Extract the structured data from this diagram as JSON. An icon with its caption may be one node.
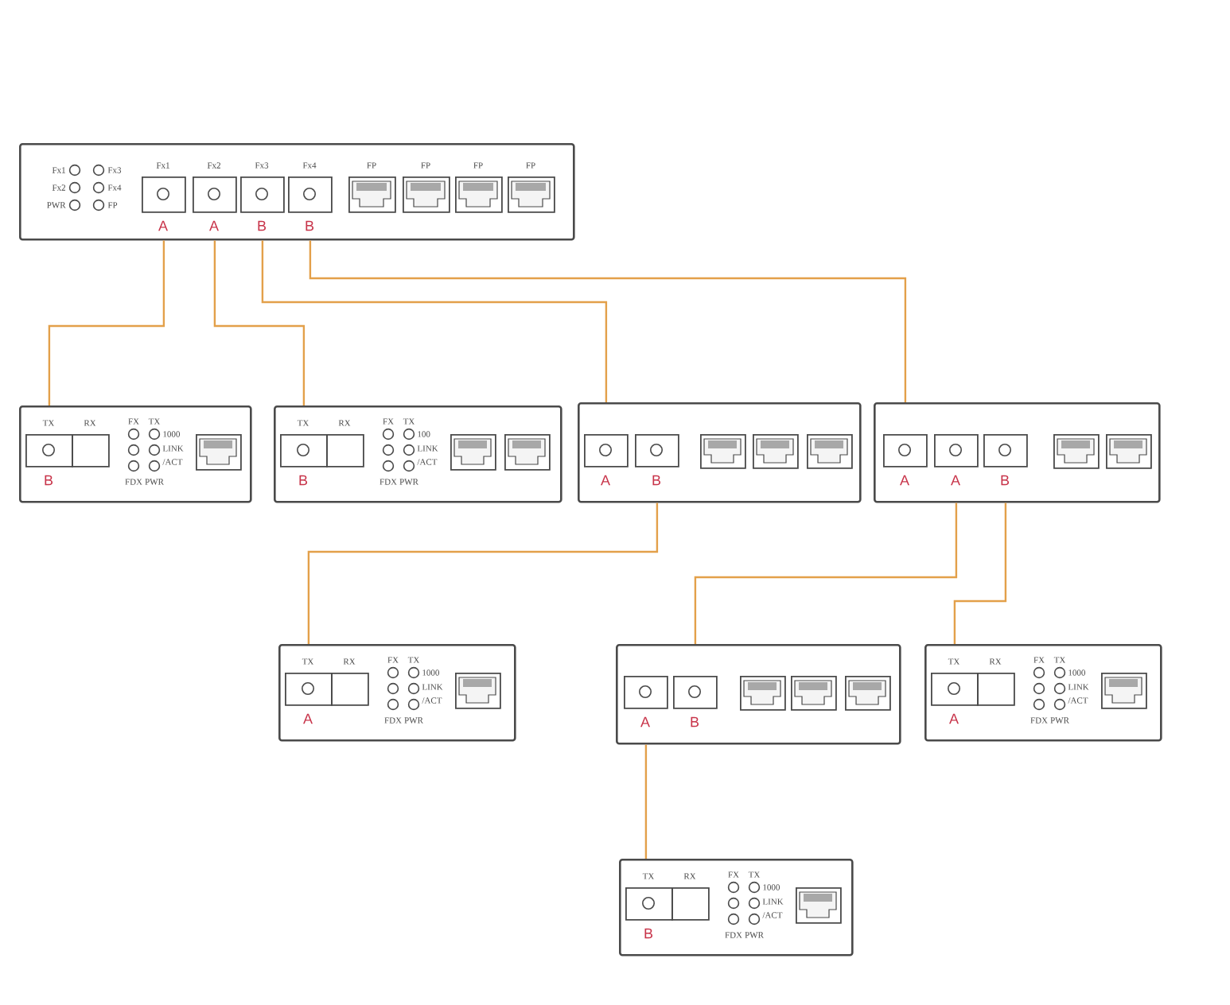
{
  "diagram": {
    "nodes": [
      {
        "text": [
          "Fx1",
          "Fx3",
          "Fx2",
          "Fx4",
          "PWR",
          "FP"
        ]
      },
      {
        "text": [
          "Fx1",
          "A"
        ],
        "in": 0
      },
      {
        "text": [
          "Fx2",
          "A"
        ],
        "in": 0
      },
      {
        "text": [
          "Fx3",
          "B"
        ],
        "in": 0
      },
      {
        "text": [
          "Fx4",
          "B"
        ],
        "in": 0
      },
      {
        "text": [
          "FP"
        ],
        "in": 0
      },
      {
        "text": [
          "FP"
        ],
        "in": 0
      },
      {
        "text": [
          "FP"
        ],
        "in": 0
      },
      {
        "text": [
          "FP"
        ],
        "in": 0
      },
      {
        "text": [
          "FX",
          "TX",
          "1000",
          "LINK",
          "/ACT",
          "FDX",
          "PWR"
        ]
      },
      {
        "text": [
          "TX",
          "B"
        ],
        "in": 9
      },
      {
        "text": [
          "RX"
        ],
        "in": 9
      },
      {
        "text": [],
        "shape": "box",
        "in": 9
      },
      {
        "text": [
          "FX",
          "TX",
          "100",
          "LINK",
          "/ACT",
          "FDX",
          "PWR"
        ]
      },
      {
        "text": [
          "TX",
          "B"
        ],
        "in": 13
      },
      {
        "text": [
          "RX"
        ],
        "in": 13
      },
      {
        "text": [],
        "shape": "box",
        "in": 13
      },
      {
        "text": [],
        "shape": "box",
        "in": 13
      },
      {
        "text": [],
        "shape": "box"
      },
      {
        "text": [
          "A"
        ],
        "in": 18
      },
      {
        "text": [
          "B"
        ],
        "in": 18
      },
      {
        "text": [],
        "shape": "box",
        "in": 18
      },
      {
        "text": [],
        "shape": "box",
        "in": 18
      },
      {
        "text": [],
        "shape": "box",
        "in": 18
      },
      {
        "text": [],
        "shape": "box"
      },
      {
        "text": [
          "A"
        ],
        "in": 24
      },
      {
        "text": [
          "A"
        ],
        "in": 24
      },
      {
        "text": [
          "B"
        ],
        "in": 24
      },
      {
        "text": [],
        "shape": "box",
        "in": 24
      },
      {
        "text": [],
        "shape": "box",
        "in": 24
      },
      {
        "text": [
          "FX",
          "TX",
          "1000",
          "LINK",
          "/ACT",
          "FDX",
          "PWR"
        ]
      },
      {
        "text": [
          "TX",
          "A"
        ],
        "in": 30
      },
      {
        "text": [
          "RX"
        ],
        "in": 30
      },
      {
        "text": [],
        "shape": "box",
        "in": 30
      },
      {
        "text": [],
        "shape": "box"
      },
      {
        "text": [
          "A"
        ],
        "in": 34
      },
      {
        "text": [
          "B"
        ],
        "in": 34
      },
      {
        "text": [],
        "shape": "box",
        "in": 34
      },
      {
        "text": [],
        "shape": "box",
        "in": 34
      },
      {
        "text": [],
        "shape": "box",
        "in": 34
      },
      {
        "text": [
          "FX",
          "TX",
          "1000",
          "LINK",
          "/ACT",
          "FDX",
          "PWR"
        ]
      },
      {
        "text": [
          "TX",
          "A"
        ],
        "in": 40
      },
      {
        "text": [
          "RX"
        ],
        "in": 40
      },
      {
        "text": [],
        "shape": "box",
        "in": 40
      },
      {
        "text": [
          "FX",
          "TX",
          "1000",
          "LINK",
          "/ACT",
          "FDX",
          "PWR"
        ]
      },
      {
        "text": [
          "TX",
          "B"
        ],
        "in": 44
      },
      {
        "text": [
          "RX"
        ],
        "in": 44
      },
      {
        "text": [],
        "shape": "box",
        "in": 44
      }
    ],
    "edges": [
      {
        "from": 0,
        "to": 9,
        "arrow": "none"
      },
      {
        "from": 0,
        "to": 13,
        "arrow": "none"
      },
      {
        "from": 0,
        "to": 18,
        "arrow": "none"
      },
      {
        "from": 0,
        "to": 24,
        "arrow": "none"
      },
      {
        "from": 18,
        "to": 30,
        "arrow": "none"
      },
      {
        "from": 24,
        "to": 34,
        "arrow": "none"
      },
      {
        "from": 24,
        "to": 40,
        "arrow": "none"
      },
      {
        "from": 34,
        "to": 44,
        "arrow": "none"
      }
    ]
  }
}
